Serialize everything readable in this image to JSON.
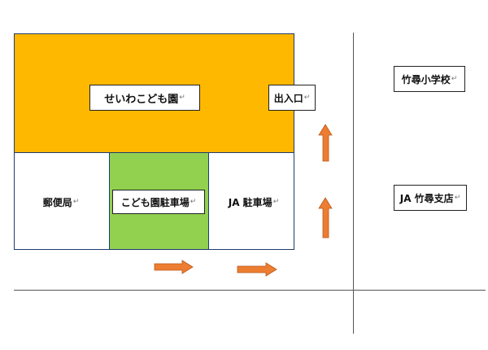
{
  "map": {
    "kindergarten": {
      "label": "せいわこども園",
      "color": "#ffb800"
    },
    "entrance": {
      "label": "出入口"
    },
    "post_office": {
      "label": "郵便局"
    },
    "kindergarten_parking": {
      "label": "こども園駐車場",
      "color": "#92d050"
    },
    "ja_parking": {
      "label": "JA 駐車場"
    },
    "elementary_school": {
      "label": "竹尋小学校"
    },
    "ja_branch": {
      "label": "JA 竹尋支店"
    },
    "arrow_color": "#ed7d31",
    "paragraph_mark": "↵"
  }
}
